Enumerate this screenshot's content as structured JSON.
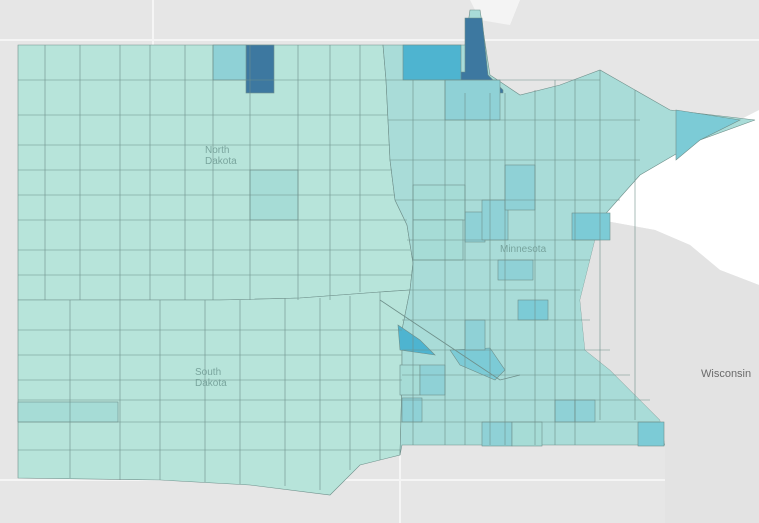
{
  "labels": {
    "north_dakota": "North Dakota",
    "south_dakota": "South Dakota",
    "minnesota": "Minnesota",
    "wisconsin": "Wisconsin"
  },
  "colors": {
    "base": "#b7e4da",
    "light": "#a6dcd6",
    "mid": "#8fd1d6",
    "mid2": "#7ccbd6",
    "strong": "#4eb4d0",
    "dark": "#3d78a0",
    "lake": "#ffffff",
    "land": "#e6e6e6",
    "border": "#6e8f8a"
  }
}
